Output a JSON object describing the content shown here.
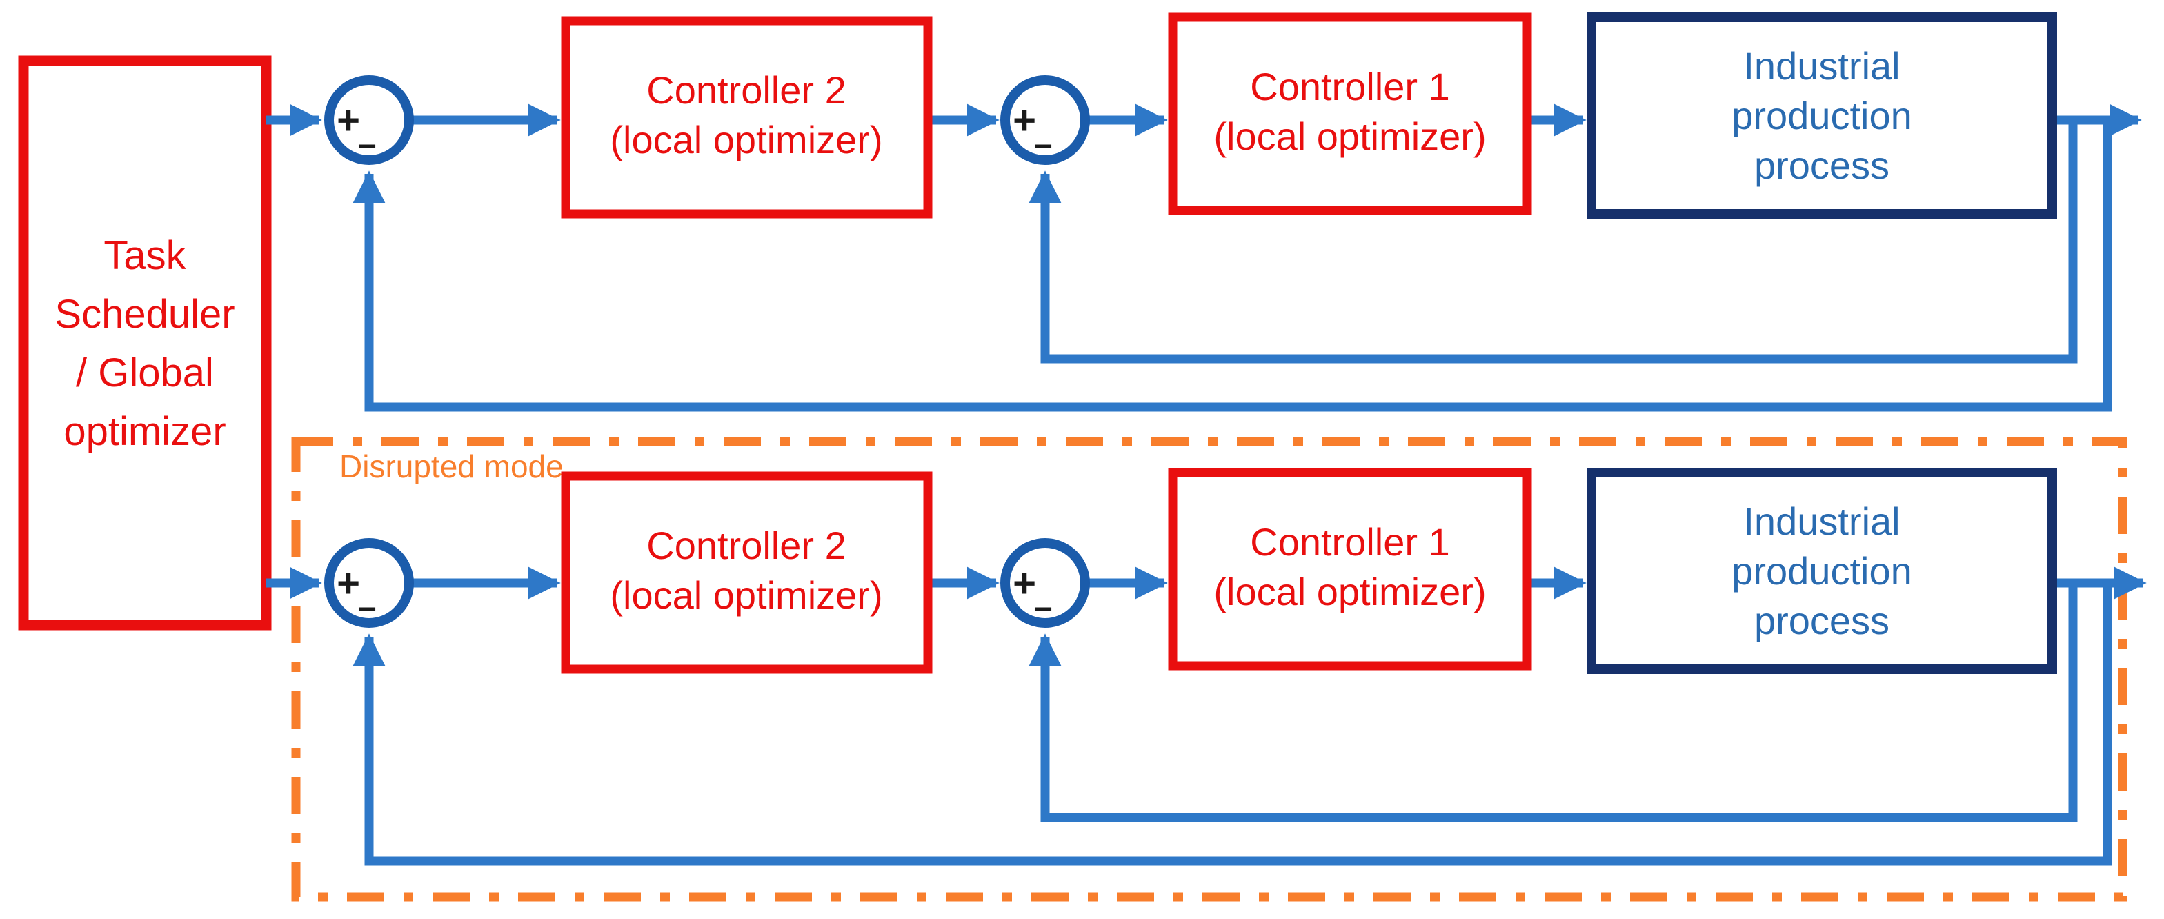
{
  "diagram": {
    "kind": "hierarchical-control-block-diagram",
    "colors": {
      "block_red": "#E90F0F",
      "flow_blue": "#2E78C8",
      "junction_blue": "#1B5CAB",
      "plant_border_navy": "#16306B",
      "plant_text_blue": "#2A6BB0",
      "disrupted_orange": "#F87E2C",
      "sign_black": "#1A1A1A",
      "background": "#FFFFFF"
    },
    "blocks": {
      "task_scheduler": {
        "lines": [
          "Task",
          "Scheduler",
          "/ Global",
          "optimizer"
        ]
      },
      "controller2": {
        "line1": "Controller 2",
        "line2": "(local optimizer)"
      },
      "controller1": {
        "line1": "Controller 1",
        "line2": "(local optimizer)"
      },
      "plant": {
        "line1": "Industrial",
        "line2": "production",
        "line3": "process"
      }
    },
    "junction": {
      "plus": "+",
      "minus": "−"
    },
    "disrupted_mode": {
      "label": "Disrupted mode"
    }
  }
}
